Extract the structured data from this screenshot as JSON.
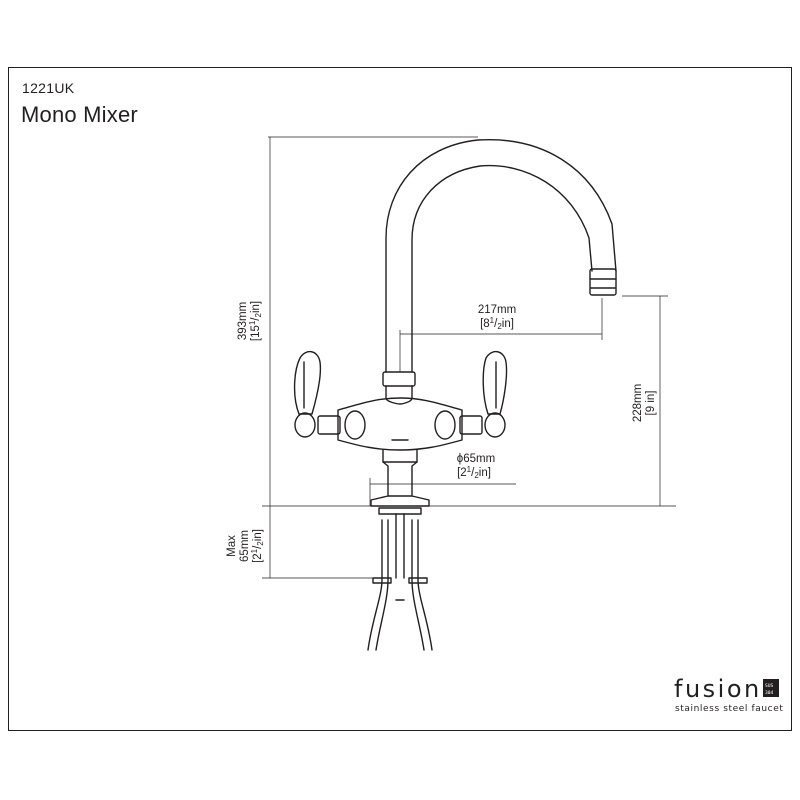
{
  "header": {
    "model_number": "1221UK",
    "product_name": "Mono Mixer"
  },
  "dimensions": {
    "height": {
      "metric": "393mm",
      "imperial_open": "[15",
      "frac_num": "1",
      "frac_den": "2",
      "imperial_close": "in]"
    },
    "reach": {
      "metric": "217mm",
      "imperial_open": "[8",
      "frac_num": "1",
      "frac_den": "2",
      "imperial_close": "in]"
    },
    "spout_height": {
      "metric": "228mm",
      "imperial": "[9 in]"
    },
    "base_diameter": {
      "symbol": "ϕ",
      "metric": "65mm",
      "imperial_open": "[2",
      "frac_num": "1",
      "frac_den": "2",
      "imperial_close": "in]"
    },
    "deck_thickness": {
      "label": "Max",
      "metric": "65mm",
      "imperial_open": "[2",
      "frac_num": "1",
      "frac_den": "2",
      "imperial_close": "in]"
    }
  },
  "brand": {
    "name": "fusion",
    "tagline": "stainless steel faucet",
    "badge_line1": "SUS",
    "badge_line2": "304"
  },
  "colors": {
    "line": "#231f20",
    "background": "#ffffff"
  }
}
